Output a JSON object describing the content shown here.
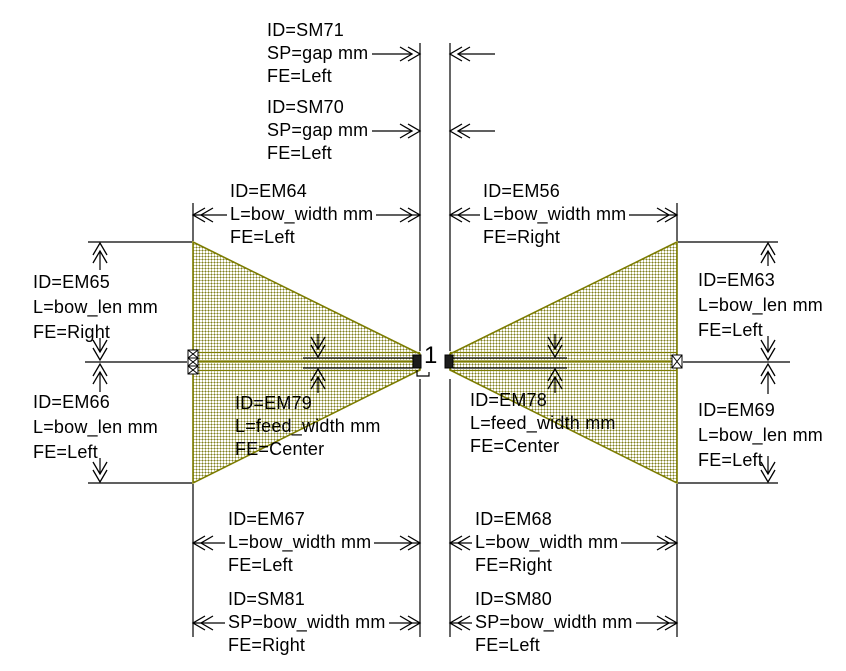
{
  "canvas": {
    "background": "#ffffff"
  },
  "colors": {
    "metal_outline": "#7c7c00",
    "metal_dots": "#80801e",
    "dimension_lines": "#000000",
    "text": "#000000"
  },
  "port": {
    "label": "1"
  },
  "annotations": {
    "sm71": {
      "id": "ID=SM71",
      "dim": "SP=gap mm",
      "fe": "FE=Left"
    },
    "sm70": {
      "id": "ID=SM70",
      "dim": "SP=gap mm",
      "fe": "FE=Left"
    },
    "em64": {
      "id": "ID=EM64",
      "dim": "L=bow_width mm",
      "fe": "FE=Left"
    },
    "em56": {
      "id": "ID=EM56",
      "dim": "L=bow_width mm",
      "fe": "FE=Right"
    },
    "em65": {
      "id": "ID=EM65",
      "dim": "L=bow_len mm",
      "fe": "FE=Right"
    },
    "em63": {
      "id": "ID=EM63",
      "dim": "L=bow_len mm",
      "fe": "FE=Left"
    },
    "em66": {
      "id": "ID=EM66",
      "dim": "L=bow_len mm",
      "fe": "FE=Left"
    },
    "em69": {
      "id": "ID=EM69",
      "dim": "L=bow_len mm",
      "fe": "FE=Left"
    },
    "em79": {
      "id": "ID=EM79",
      "dim": "L=feed_width mm",
      "fe": "FE=Center"
    },
    "em78": {
      "id": "ID=EM78",
      "dim": "L=feed_width mm",
      "fe": "FE=Center"
    },
    "em67": {
      "id": "ID=EM67",
      "dim": "L=bow_width mm",
      "fe": "FE=Left"
    },
    "em68": {
      "id": "ID=EM68",
      "dim": "L=bow_width mm",
      "fe": "FE=Right"
    },
    "sm81": {
      "id": "ID=SM81",
      "dim": "SP=bow_width mm",
      "fe": "FE=Right"
    },
    "sm80": {
      "id": "ID=SM80",
      "dim": "SP=bow_width mm",
      "fe": "FE=Left"
    }
  }
}
